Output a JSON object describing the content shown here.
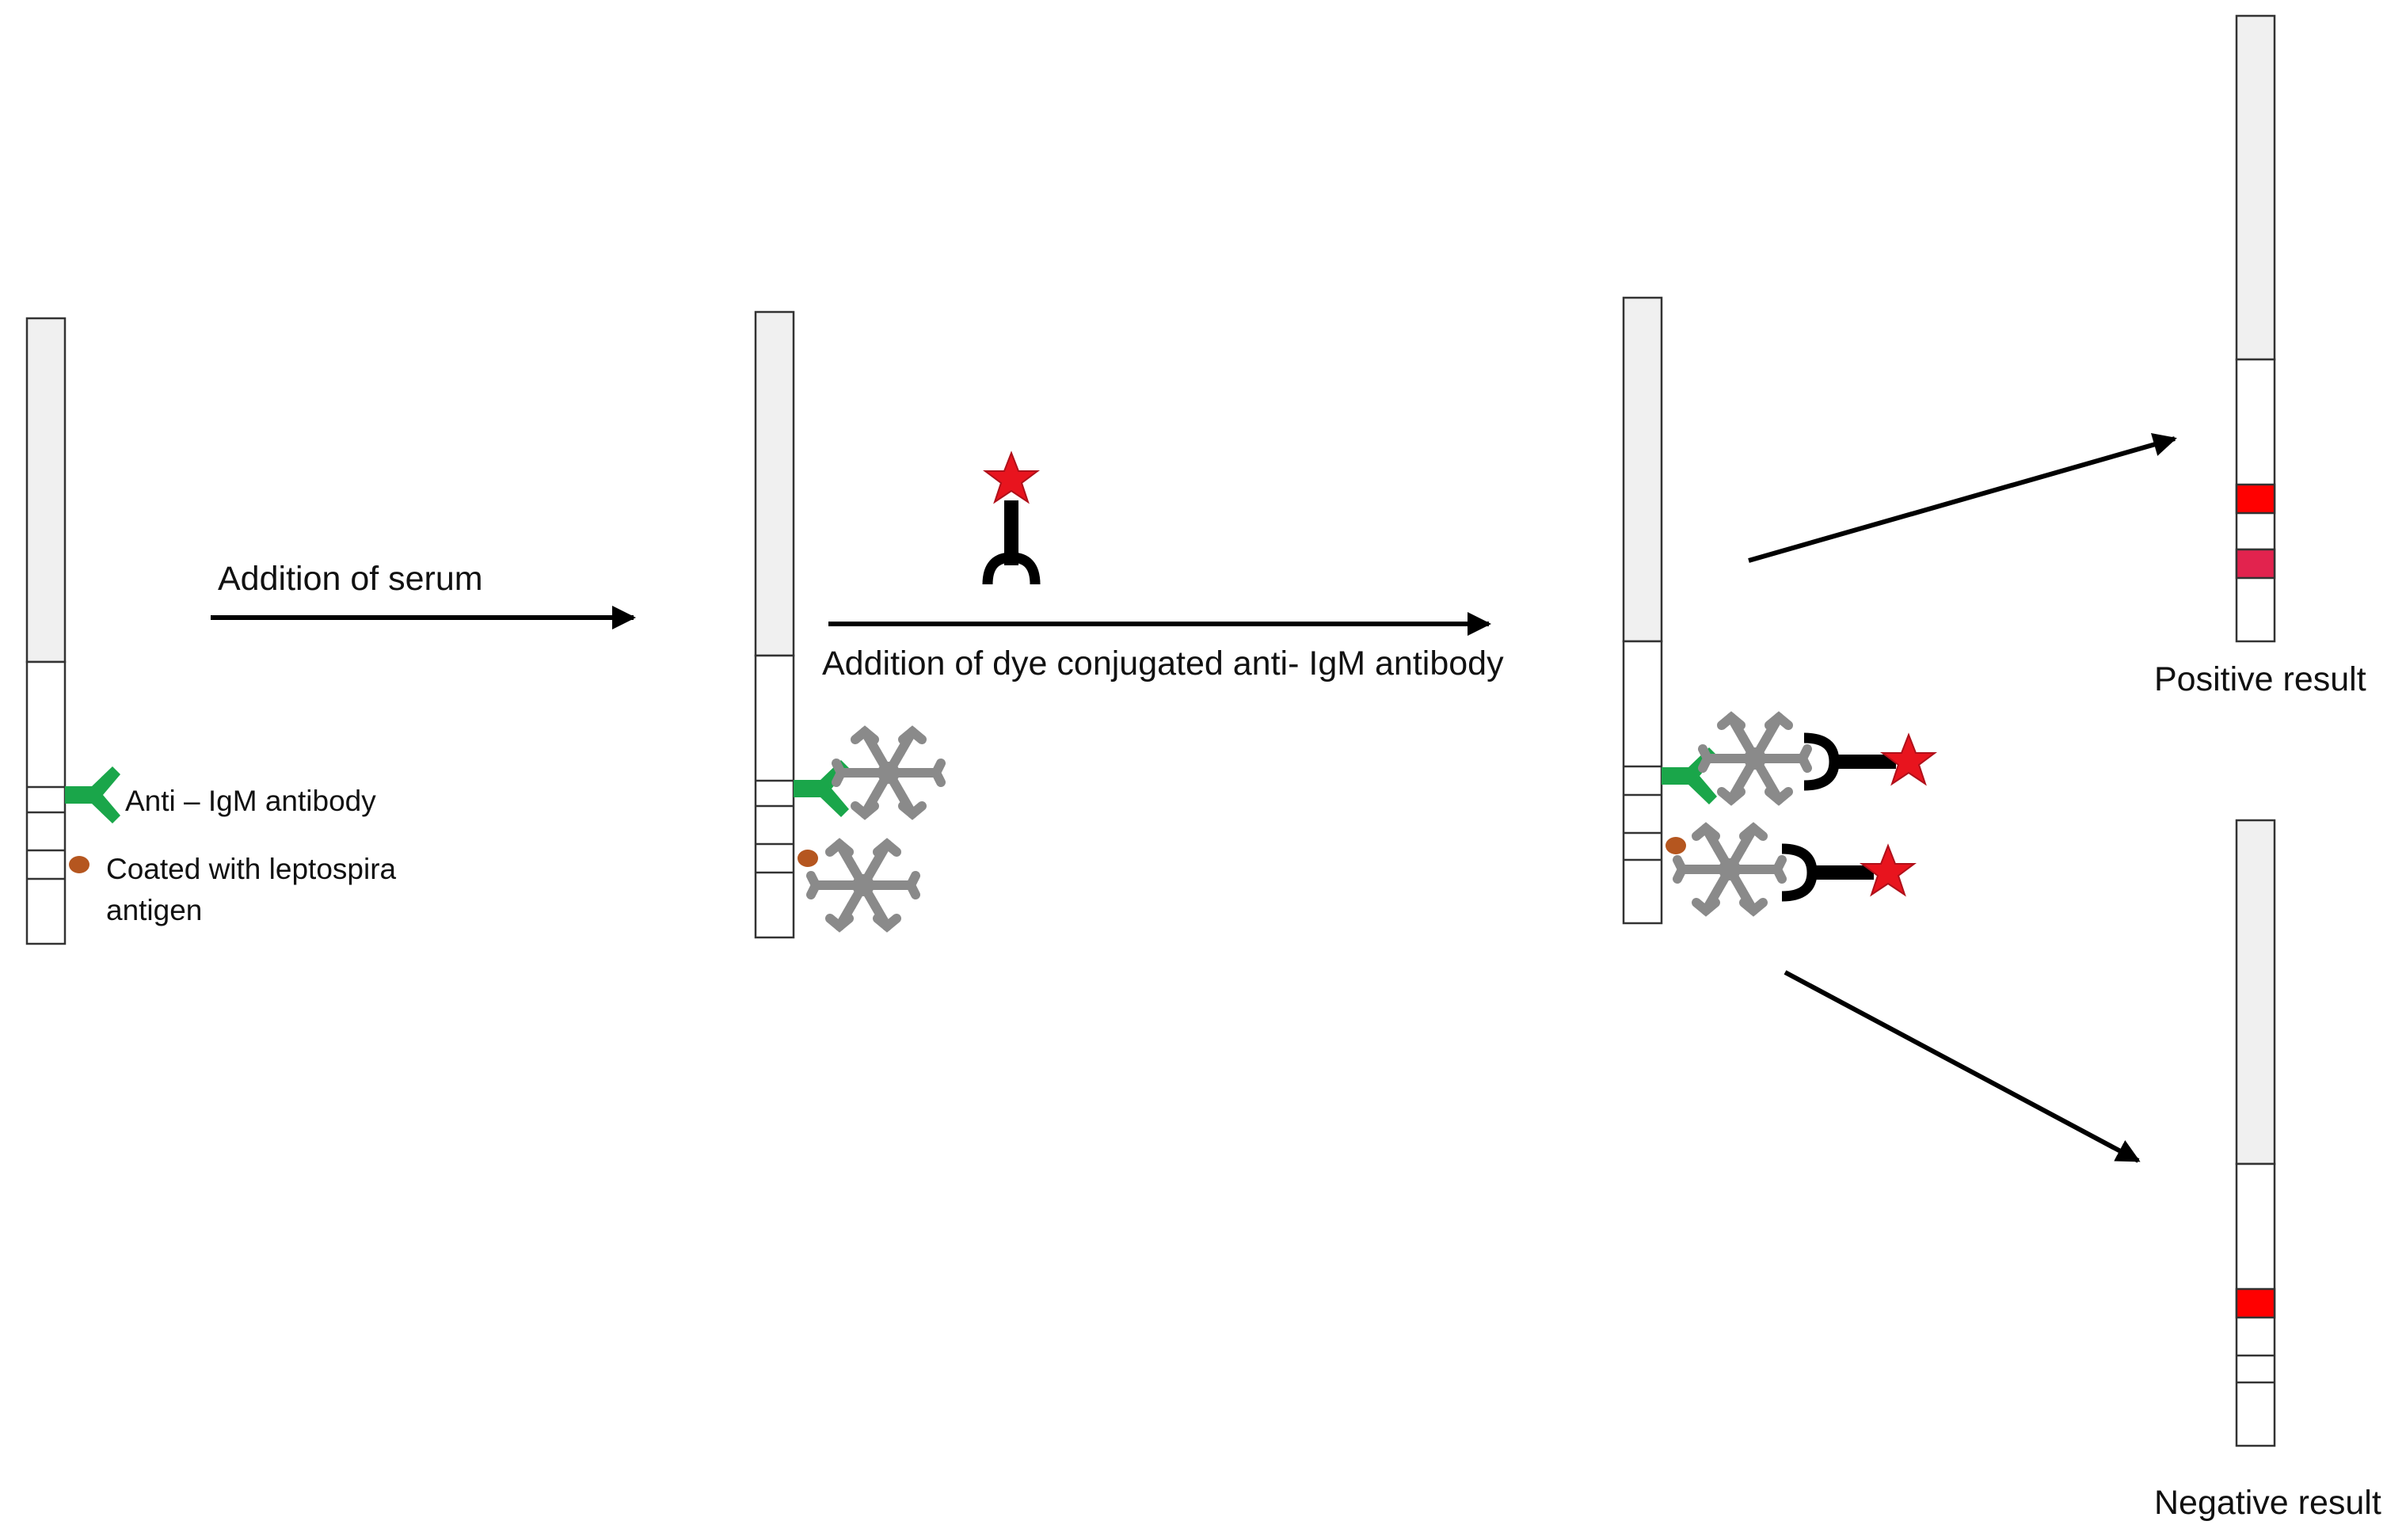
{
  "labels": {
    "step1_arrow": "Addition of serum",
    "step2_arrow": "Addition of dye conjugated anti- IgM antibody",
    "anti_igm": "Anti – IgM antibody",
    "antigen_line1": "Coated with leptospira",
    "antigen_line2": "antigen",
    "positive": "Positive result",
    "negative": "Negative result"
  },
  "colors": {
    "capture_antibody": "#1aa64a",
    "antigen_dot": "#b5561f",
    "serum_igm": "#8a8a8a",
    "conjugate_antibody": "#000000",
    "dye": "#e8141e",
    "control_band": "#ff0000",
    "test_band": "#e2234e"
  }
}
